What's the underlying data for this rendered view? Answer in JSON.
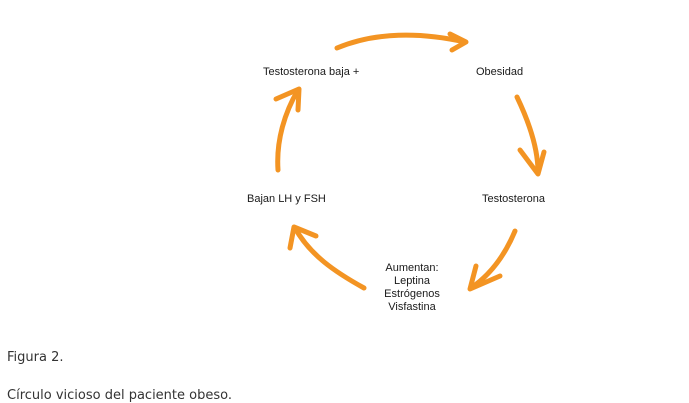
{
  "figure": {
    "nodes": {
      "testosterona_baja": "Testosterona baja +",
      "obesidad": "Obesidad",
      "testosterona": "Testosterona",
      "aumentan": [
        "Aumentan:",
        "Leptina",
        "Estrógenos",
        "Visfastina"
      ],
      "bajan": "Bajan LH y FSH"
    },
    "arrow_color": "#f39423",
    "cycle_order": [
      "Testosterona baja +",
      "Obesidad",
      "Testosterona",
      "Aumentan: Leptina Estrógenos Visfastina",
      "Bajan LH y FSH"
    ]
  },
  "caption": {
    "label": "Figura 2.",
    "text": "Círculo vicioso del paciente obeso."
  }
}
